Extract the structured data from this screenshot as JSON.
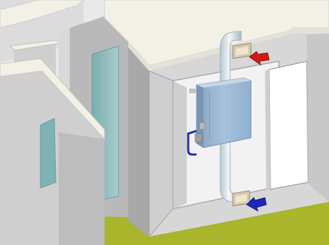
{
  "illustration": {
    "kind": "3D cutaway of rooms with a wall-mounted ventilation unit",
    "components": [
      "wall-cabinet",
      "ventilation-unit",
      "supply-duct",
      "exhaust-duct",
      "supply-air-vent",
      "extract-air-vent",
      "red-arrow",
      "blue-arrow",
      "cabinet-door"
    ],
    "colors": {
      "floor": "#a9b52a",
      "wall_top": "#f3f1e6",
      "wall_face_light": "#d7d7d7",
      "wall_face_dark": "#a6a6a6",
      "glass_panel": "#8fbcbc",
      "unit_blue": "#9dbad6",
      "duct_white": "#e6eef2",
      "vent_beige": "#d8ccb0",
      "arrow_red": "#d21818",
      "arrow_blue": "#1f28b6",
      "door_white": "#ffffff"
    }
  }
}
